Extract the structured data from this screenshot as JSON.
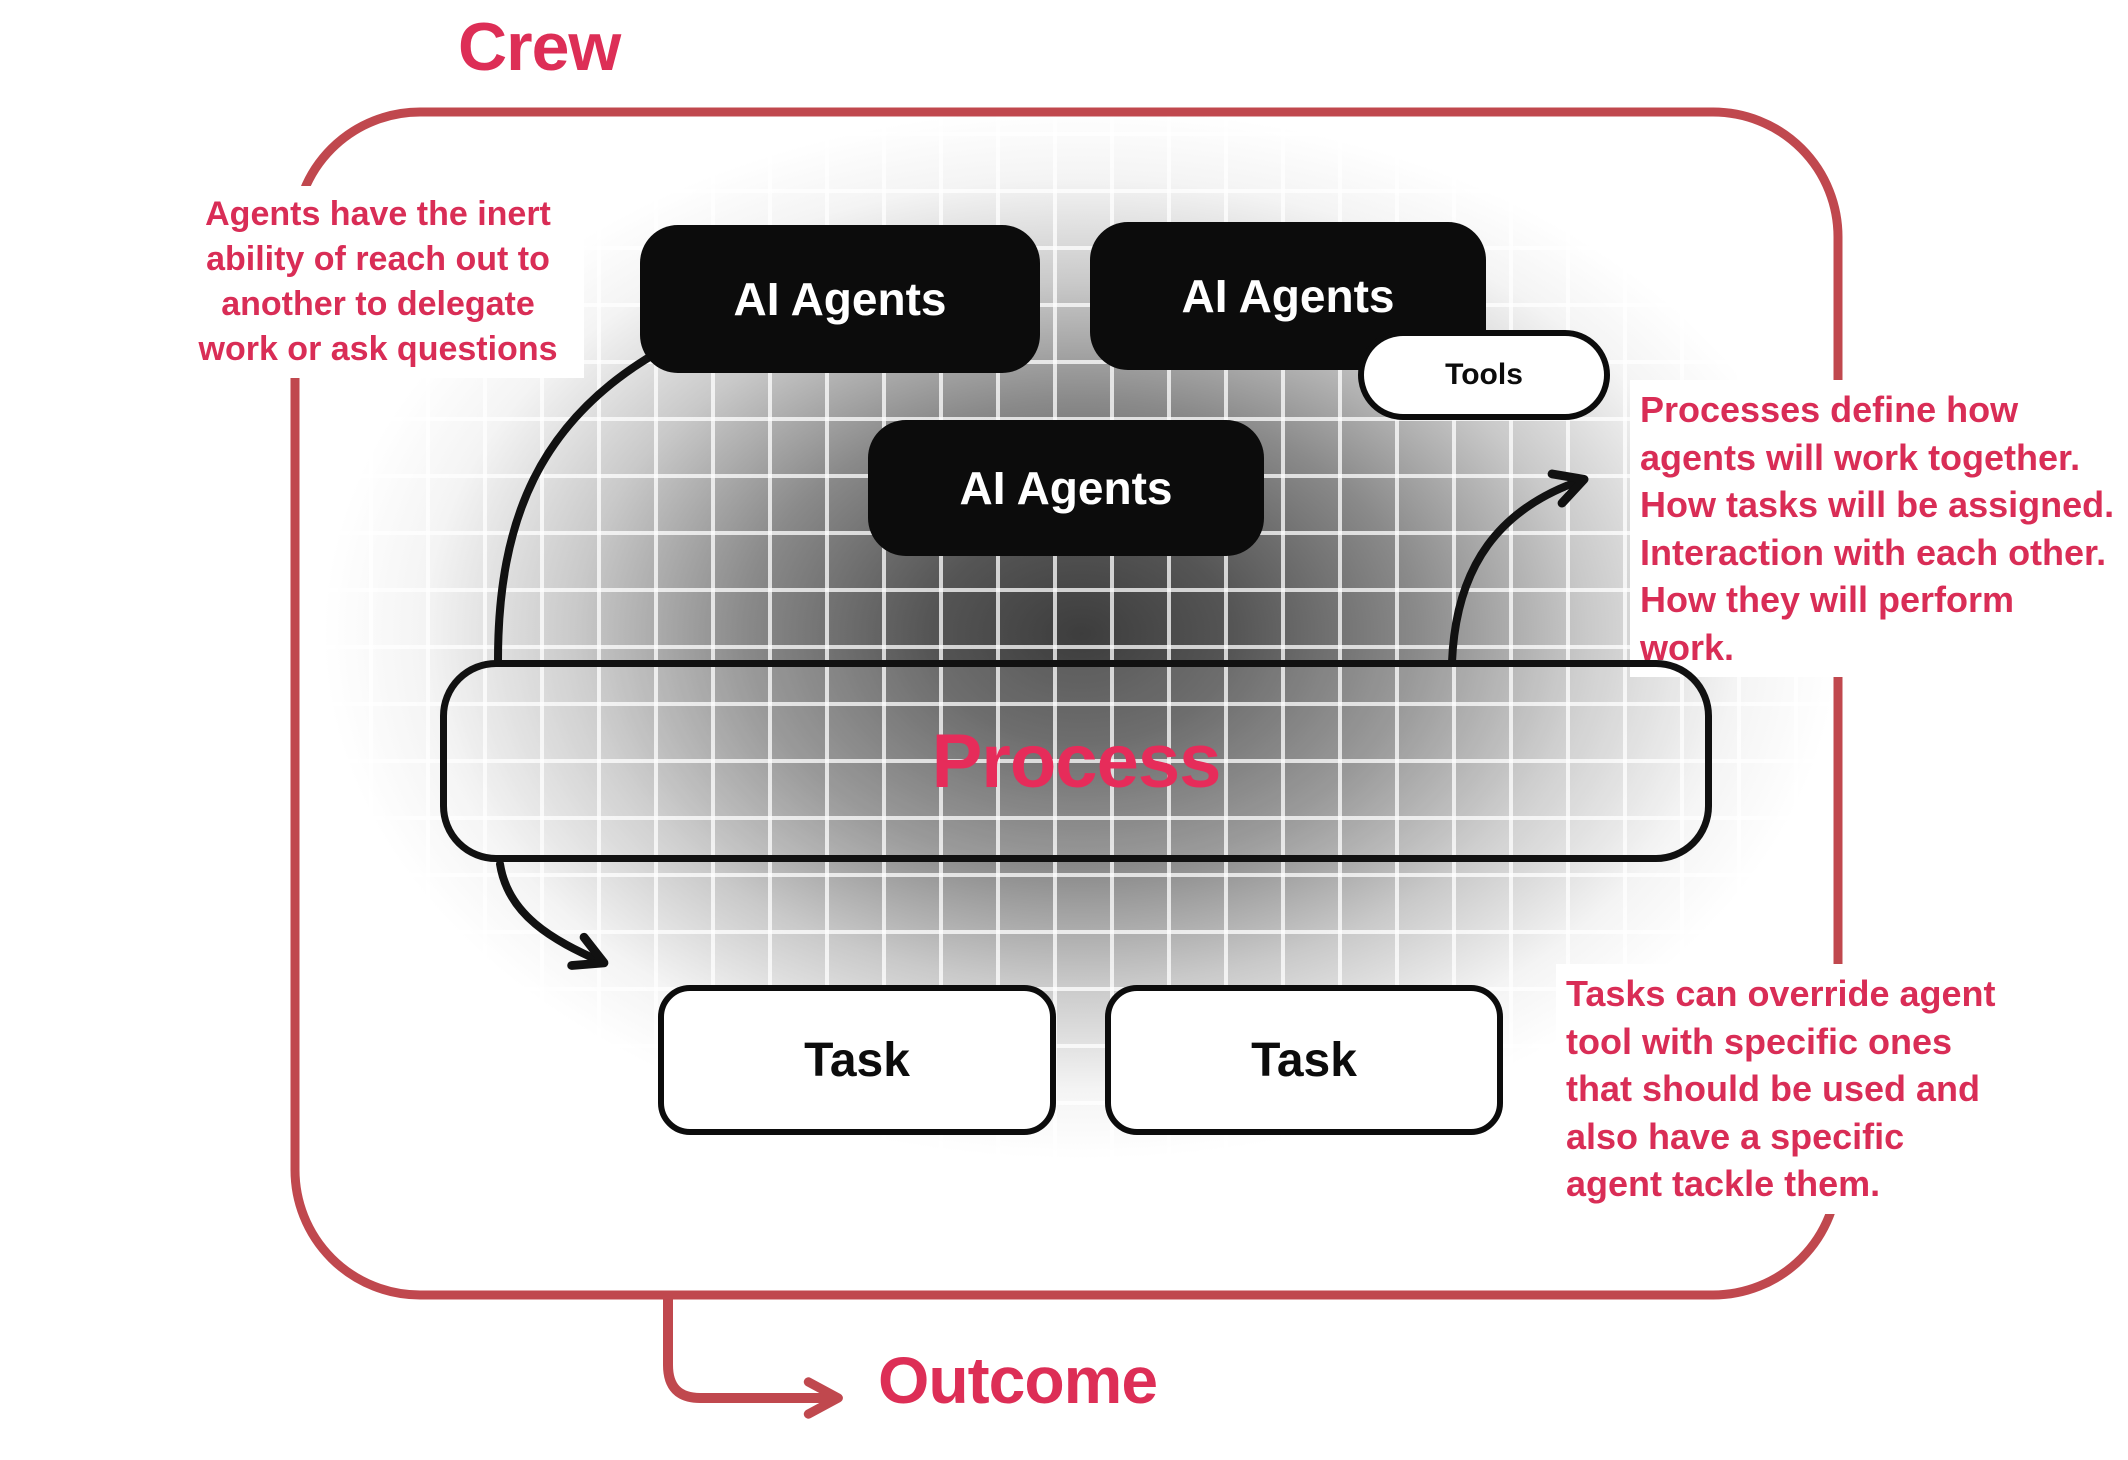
{
  "palette": {
    "accent_text": "#dd2e56",
    "border_red": "#c0484e",
    "box_black": "#0c0c0c",
    "process_text": "#e62c5a"
  },
  "title": "Crew",
  "outcome_label": "Outcome",
  "boxes": {
    "agents1": "AI Agents",
    "agents2": "AI Agents",
    "agents3": "AI Agents",
    "tools": "Tools",
    "process": "Process",
    "task1": "Task",
    "task2": "Task"
  },
  "annotations": {
    "left": "Agents have the inert\nability of reach out to\nanother to delegate\nwork or ask questions",
    "right_top": "Processes define how\nagents will work together.\nHow tasks will be assigned.\nInteraction with each other.\nHow they will perform work.",
    "right_bottom": "Tasks can override agent\ntool with specific ones\nthat should be used and\nalso have a specific\nagent tackle them."
  }
}
